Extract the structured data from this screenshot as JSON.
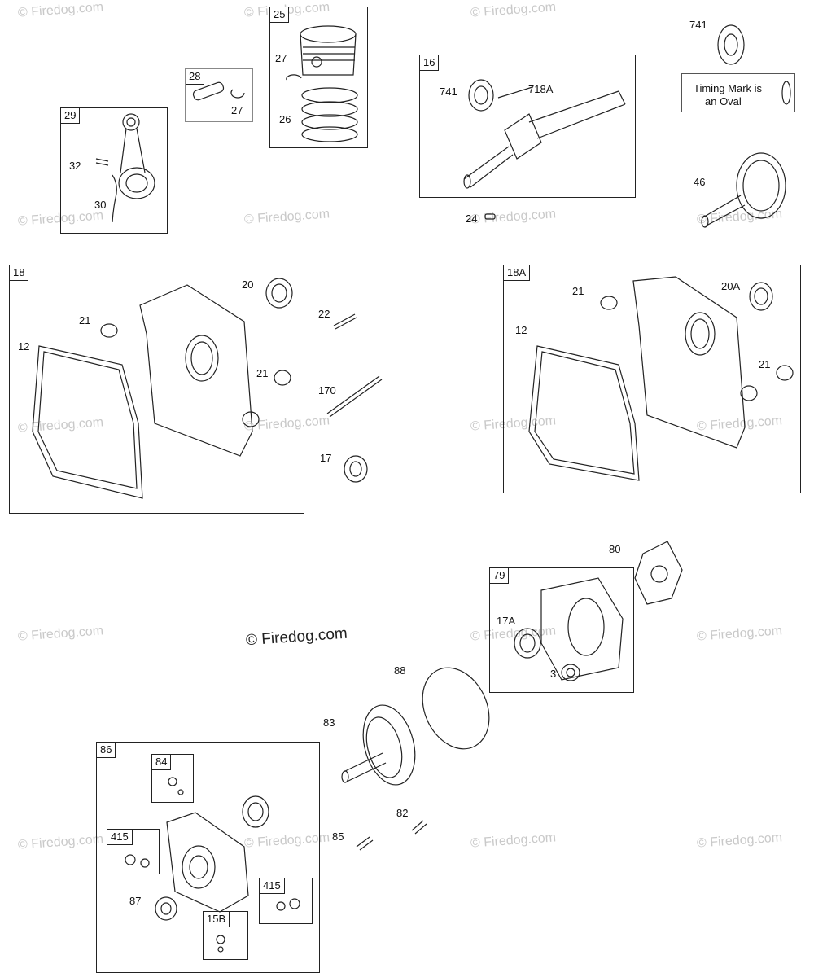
{
  "watermark": "© Firedog.com",
  "center_watermark": "© Firedog.com",
  "boxes": {
    "b29": "29",
    "b28": "28",
    "b25": "25",
    "b16": "16",
    "b18": "18",
    "b18a": "18A",
    "b79": "79",
    "b86": "86",
    "b84": "84",
    "b415a": "415",
    "b415b": "415",
    "b15b": "15B"
  },
  "labels": {
    "l32": "32",
    "l30": "30",
    "l27a": "27",
    "l27b": "27",
    "l26": "26",
    "l741a": "741",
    "l718a": "718A",
    "l24": "24",
    "l741b": "741",
    "l46": "46",
    "l20": "20",
    "l21a": "21",
    "l12a": "12",
    "l21b": "21",
    "l22": "22",
    "l170": "170",
    "l17": "17",
    "l21c": "21",
    "l20a": "20A",
    "l12b": "12",
    "l21d": "21",
    "l80": "80",
    "l17a": "17A",
    "l3": "3",
    "l88": "88",
    "l83": "83",
    "l82": "82",
    "l85": "85",
    "l87": "87"
  },
  "timing_note": {
    "line1": "Timing Mark is",
    "line2": "an Oval"
  }
}
